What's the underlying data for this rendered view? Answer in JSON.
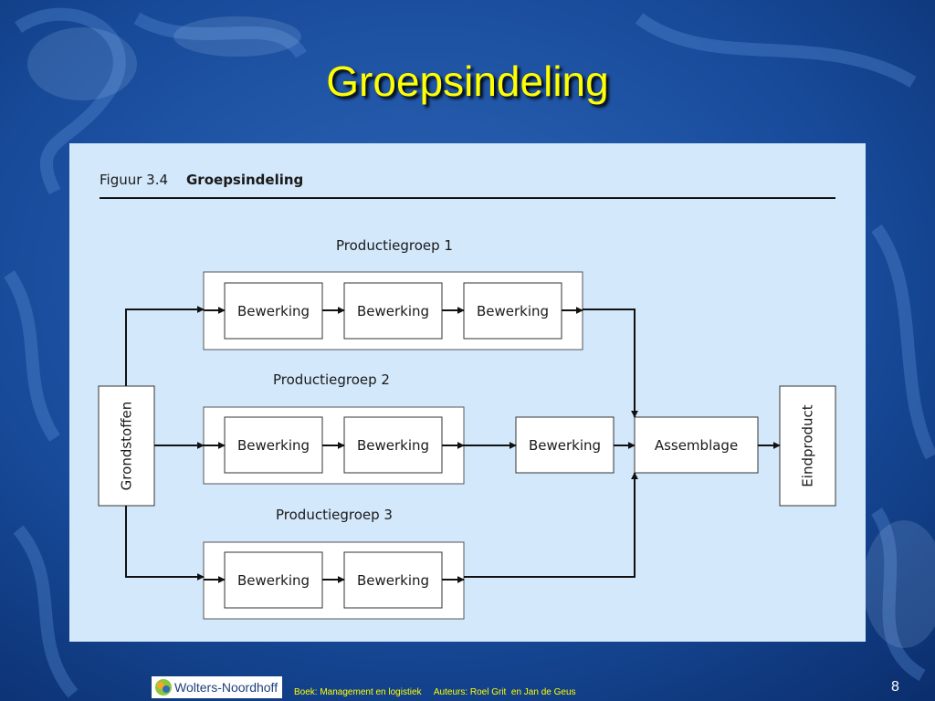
{
  "slide": {
    "title": "Groepsindeling",
    "page_number": "8"
  },
  "figure": {
    "number": "Figuur 3.4",
    "title": "Groepsindeling"
  },
  "diagram": {
    "input_label": "Grondstoffen",
    "output_label": "Eindproduct",
    "groups": [
      {
        "label": "Productiegroep 1",
        "steps": [
          "Bewerking",
          "Bewerking",
          "Bewerking"
        ]
      },
      {
        "label": "Productiegroep 2",
        "steps": [
          "Bewerking",
          "Bewerking"
        ]
      },
      {
        "label": "Productiegroep 3",
        "steps": [
          "Bewerking",
          "Bewerking"
        ]
      }
    ],
    "extra_step": "Bewerking",
    "assembly": "Assemblage"
  },
  "footer": {
    "publisher": "Wolters-Noordhoff",
    "text": "Boek: Management en logistiek     Auteurs: Roel Grit  en Jan de Geus"
  }
}
